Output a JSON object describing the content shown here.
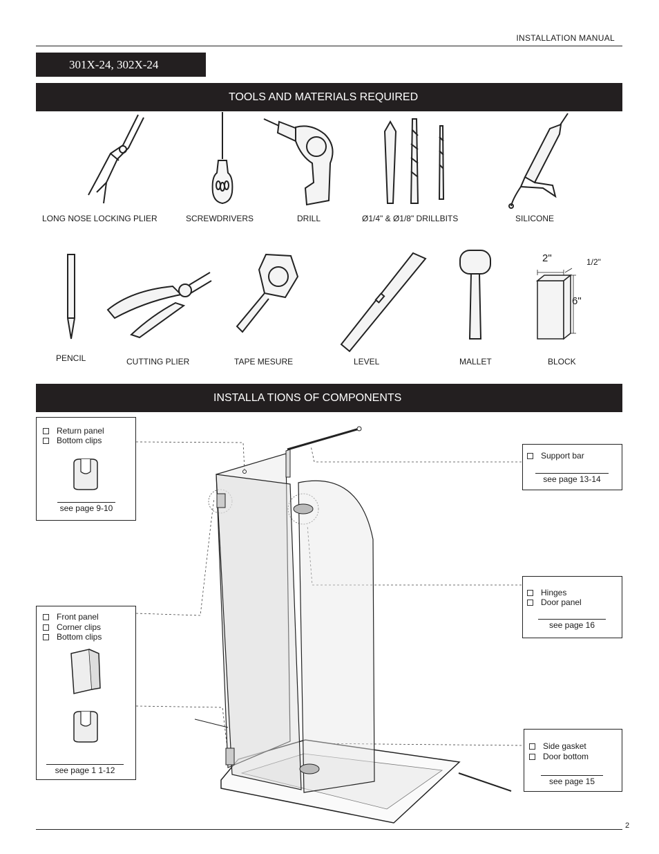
{
  "header": {
    "title": "INSTALLATION  MANUAL",
    "model": "301X-24, 302X-24"
  },
  "sections": {
    "tools_title": "TOOLS AND MATERIALS REQUIRED",
    "components_title": "INSTALLA TIONS OF  COMPONENTS"
  },
  "tools_row1": [
    {
      "label": "LONG NOSE LOCKING PLIER",
      "icon": "locking-plier-icon"
    },
    {
      "label": "SCREWDRIVERS",
      "icon": "screwdriver-icon"
    },
    {
      "label": "DRILL",
      "icon": "drill-icon"
    },
    {
      "label": "Ø1/4\" & Ø1/8\" DRILLBITS",
      "icon": "drillbits-icon"
    },
    {
      "label": "SILICONE",
      "icon": "caulking-gun-icon"
    }
  ],
  "tools_row2": [
    {
      "label": "PENCIL",
      "icon": "pencil-icon"
    },
    {
      "label": "CUTTING PLIER",
      "icon": "cutting-plier-icon"
    },
    {
      "label": "TAPE MESURE",
      "icon": "tape-measure-icon"
    },
    {
      "label": "LEVEL",
      "icon": "level-icon"
    },
    {
      "label": "MALLET",
      "icon": "mallet-icon"
    },
    {
      "label": "BLOCK",
      "icon": "block-icon"
    }
  ],
  "block_dims": {
    "width": "2\"",
    "depth": "1/2\"",
    "height": "6\""
  },
  "boxes": {
    "return": {
      "items": [
        "Return panel",
        "Bottom clips"
      ],
      "see": "see page 9-10"
    },
    "front": {
      "items": [
        "Front panel",
        "Corner clips",
        "Bottom clips"
      ],
      "see": "see page 1  1-12"
    },
    "support": {
      "items": [
        "Support bar"
      ],
      "see": "see page 13-14"
    },
    "hinges": {
      "items": [
        "Hinges",
        "Door panel"
      ],
      "see": "see page 16"
    },
    "gasket": {
      "items": [
        "Side gasket",
        "Door bottom"
      ],
      "see": "see page 15"
    }
  },
  "footer": {
    "page": "2"
  }
}
